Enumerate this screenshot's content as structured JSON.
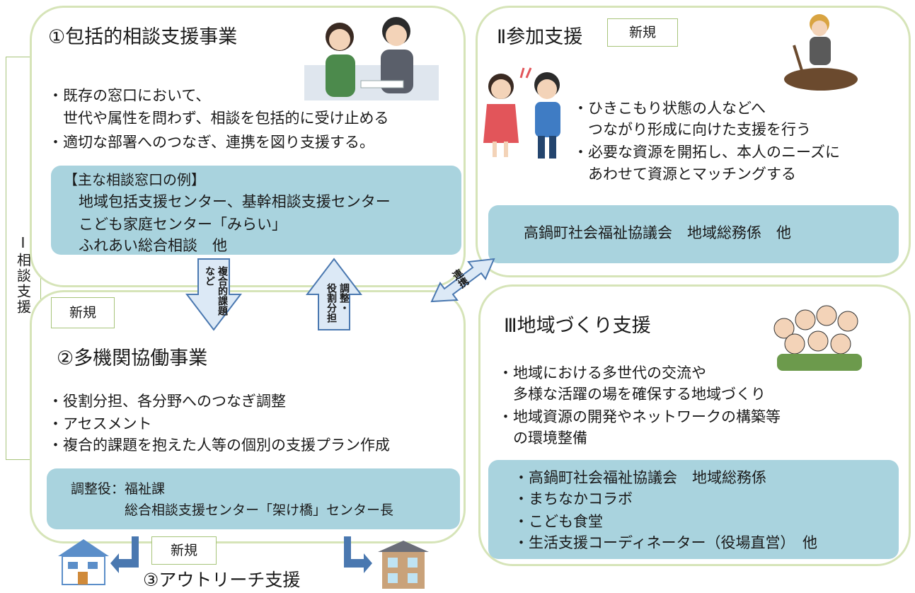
{
  "side_label": "Ⅰ相談支援",
  "panel1": {
    "title": "①包括的相談支援事業",
    "bullets": [
      "・既存の窓口において、",
      "　世代や属性を問わず、相談を包括的に受け止める",
      "・適切な部署へのつなぎ、連携を図り支援する。"
    ],
    "box_lines": [
      "【主な相談窓口の例】",
      "　地域包括支援センター、基幹相談支援センター",
      "　こども家庭センター「みらい」",
      "　ふれあい総合相談　他"
    ]
  },
  "panel2": {
    "tag": "新規",
    "title": "Ⅱ参加支援",
    "bullets": [
      "・ひきこもり状態の人などへ",
      "　つながり形成に向けた支援を行う",
      "・必要な資源を開拓し、本人のニーズに",
      "　あわせて資源とマッチングする"
    ],
    "box_text": "高鍋町社会福祉協議会　地域総務係　他"
  },
  "panel3": {
    "tag": "新規",
    "title": "②多機関協働事業",
    "bullets": [
      "・役割分担、各分野へのつなぎ調整",
      "・アセスメント",
      "・複合的課題を抱えた人等の個別の支援プラン作成"
    ],
    "box_lines": [
      "調整役：福祉課",
      "　　　　総合相談支援センター「架け橋」センター長"
    ]
  },
  "panel4": {
    "title": "Ⅲ地域づくり支援",
    "bullets": [
      "・地域における多世代の交流や",
      "　多様な活躍の場を確保する地域づくり",
      "・地域資源の開発やネットワークの構築等",
      "　の環境整備"
    ],
    "box_lines": [
      "・高鍋町社会福祉協議会　地域総務係",
      "・まちなかコラボ",
      "・こども食堂",
      "・生活支援コーディネーター（役場直営）　他"
    ]
  },
  "outreach": {
    "tag": "新規",
    "title": "③アウトリーチ支援"
  },
  "arrows": {
    "down_label_a": "複合的課題",
    "down_label_b": "など",
    "up_label_a": "調整・",
    "up_label_b": "役割分担",
    "link_label": "連携"
  },
  "colors": {
    "panel_border": "#d6e4b8",
    "box_fill": "#a9d3de",
    "arrow_fill": "#dce9f6",
    "arrow_stroke": "#4a78b0"
  }
}
